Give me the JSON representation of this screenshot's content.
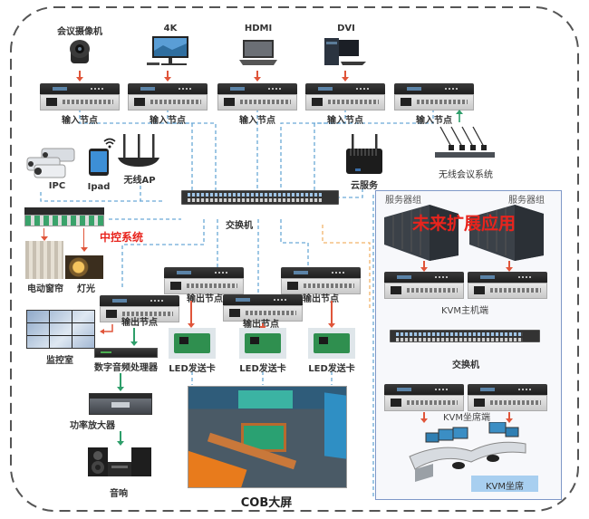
{
  "sources": [
    {
      "label": "会议摄像机",
      "icon": "conference-camera-icon"
    },
    {
      "label": "4K",
      "icon": "monitor-icon"
    },
    {
      "label": "HDMI",
      "icon": "laptop-icon"
    },
    {
      "label": "DVI",
      "icon": "desktop-pc-icon"
    }
  ],
  "input_nodes": [
    "输入节点",
    "输入节点",
    "输入节点",
    "输入节点",
    "输入节点"
  ],
  "left_devices": {
    "ipc": "IPC",
    "ipad": "Ipad",
    "wireless_ap": "无线AP",
    "central_control": "中控系统",
    "curtain": "电动窗帘",
    "lighting": "灯光",
    "monitor_room": "监控室"
  },
  "cloud_service": "云服务",
  "wireless_conference": "无线会议系统",
  "main_switch": "交换机",
  "output_nodes": [
    "输出节点",
    "输出节点",
    "输出节点",
    "输出节点"
  ],
  "led_cards": [
    "LED发送卡",
    "LED发送卡",
    "LED发送卡"
  ],
  "audio_chain": {
    "processor": "数字音频处理器",
    "amplifier": "功率放大器",
    "speaker": "音响"
  },
  "cob_screen": "COB大屏",
  "future": {
    "title": "未来扩展应用",
    "server_group_1": "服务器组",
    "server_group_2": "服务器组",
    "kvm_host": "KVM主机端",
    "kvm_switch": "交换机",
    "kvm_seat_end": "KVM坐席端",
    "kvm_seat": "KVM坐席"
  },
  "colors": {
    "red_arrow": "#e0553a",
    "green_arrow": "#2e9e6a",
    "dash_blue": "#6aa9d6",
    "dash_orange": "#f2b46b",
    "highlight_red": "#e8241d",
    "future_border": "#7f98c8",
    "kvm_label_bg": "#a8cff0"
  }
}
